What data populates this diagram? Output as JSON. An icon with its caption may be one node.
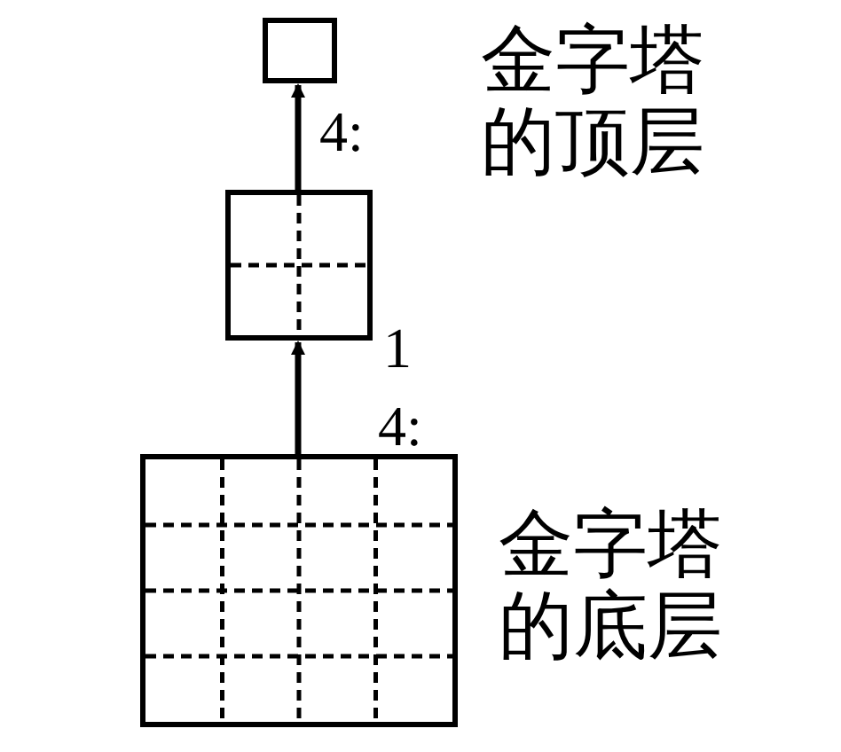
{
  "diagram": {
    "nodes": [
      {
        "text": [],
        "shape": "box"
      },
      {
        "text": [],
        "shape": "box"
      },
      {
        "text": [],
        "shape": "box"
      }
    ],
    "edges": [
      {
        "from": 1,
        "to": 0,
        "arrow": "to",
        "label": "4:"
      },
      {
        "from": 2,
        "to": 1,
        "arrow": "to",
        "label": "4:"
      }
    ],
    "labels": [
      "金字塔的顶层",
      "1",
      "金字塔的底层"
    ]
  }
}
